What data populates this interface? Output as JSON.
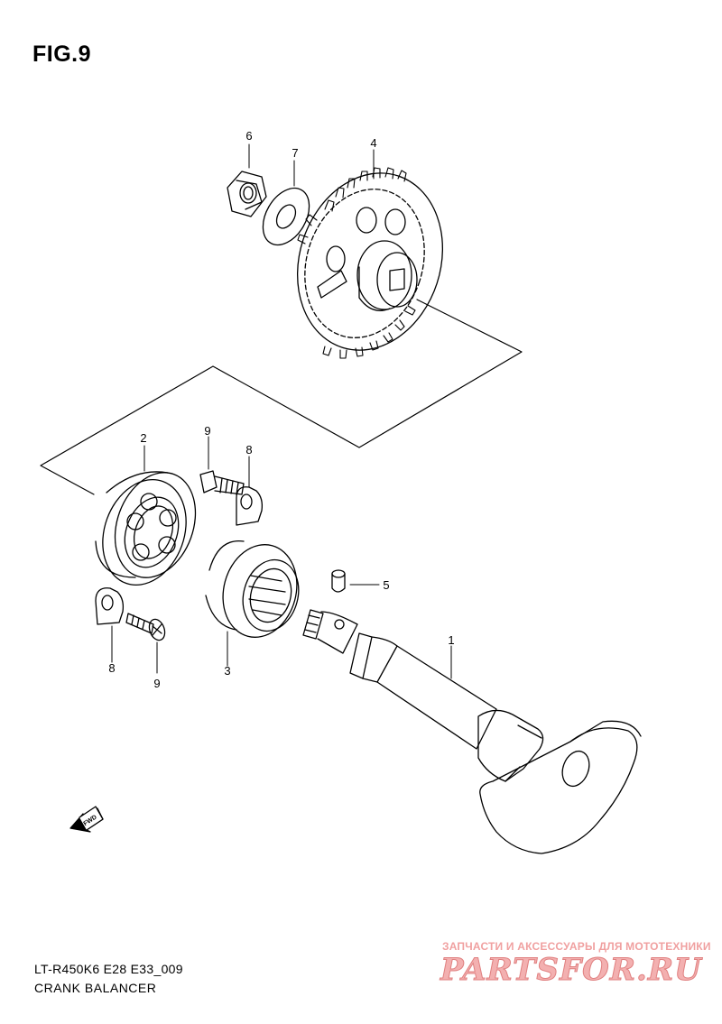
{
  "figure": {
    "title": "FIG.9",
    "code": "LT-R450K6 E28 E33_009",
    "name": "CRANK BALANCER"
  },
  "callouts": {
    "p1": "1",
    "p2": "2",
    "p3": "3",
    "p4": "4",
    "p5": "5",
    "p6": "6",
    "p7": "7",
    "p8a": "8",
    "p8b": "8",
    "p9a": "9",
    "p9b": "9"
  },
  "direction_arrow": "FWD",
  "watermark": {
    "top": "ЗАПЧАСТИ И АКСЕССУАРЫ ДЛЯ МОТОТЕХНИКИ",
    "logo": "PARTSFOR.RU",
    "color": "#f3b0b0"
  }
}
